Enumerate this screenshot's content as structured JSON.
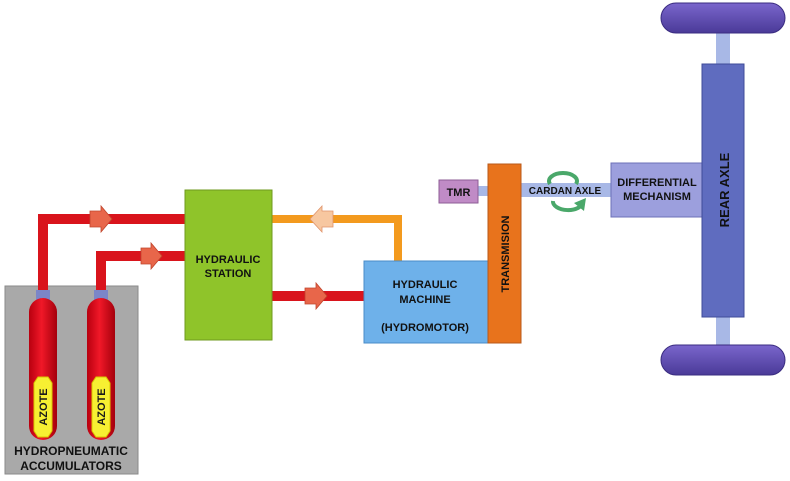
{
  "labels": {
    "accumulators_line1": "HYDROPNEUMATIC",
    "accumulators_line2": "ACCUMULATORS",
    "azote_left": "AZOTE",
    "azote_right": "AZOTE",
    "hydraulic_station_line1": "HYDRAULIC",
    "hydraulic_station_line2": "STATION",
    "hydraulic_machine_line1": "HYDRAULIC",
    "hydraulic_machine_line2": "MACHINE",
    "hydromotor": "(HYDROMOTOR)",
    "transmision": "TRANSMISION",
    "tmr": "TMR",
    "cardan_axle": "CARDAN AXLE",
    "differential_line1": "DIFFERENTIAL",
    "differential_line2": "MECHANISM",
    "rear_axle": "REAR AXLE"
  },
  "colors": {
    "accumulator_box": "#a9a9a9",
    "cylinder": "#e5001a",
    "azote_badge": "#f7f032",
    "pipe_red": "#d9141c",
    "pipe_orange": "#f39a1e",
    "arrow_red": "#e8664a",
    "arrow_orange": "#f7c7a0",
    "hydraulic_station": "#8fc42a",
    "hydraulic_machine": "#6eb1ea",
    "transmision": "#e8731c",
    "tmr": "#c08bc6",
    "cardan_shaft": "#a8b8e6",
    "rotation_arrow": "#4aa86a",
    "differential": "#9c9fdd",
    "rear_axle": "#5f6cbf",
    "wheel": "#5e4ab0"
  }
}
